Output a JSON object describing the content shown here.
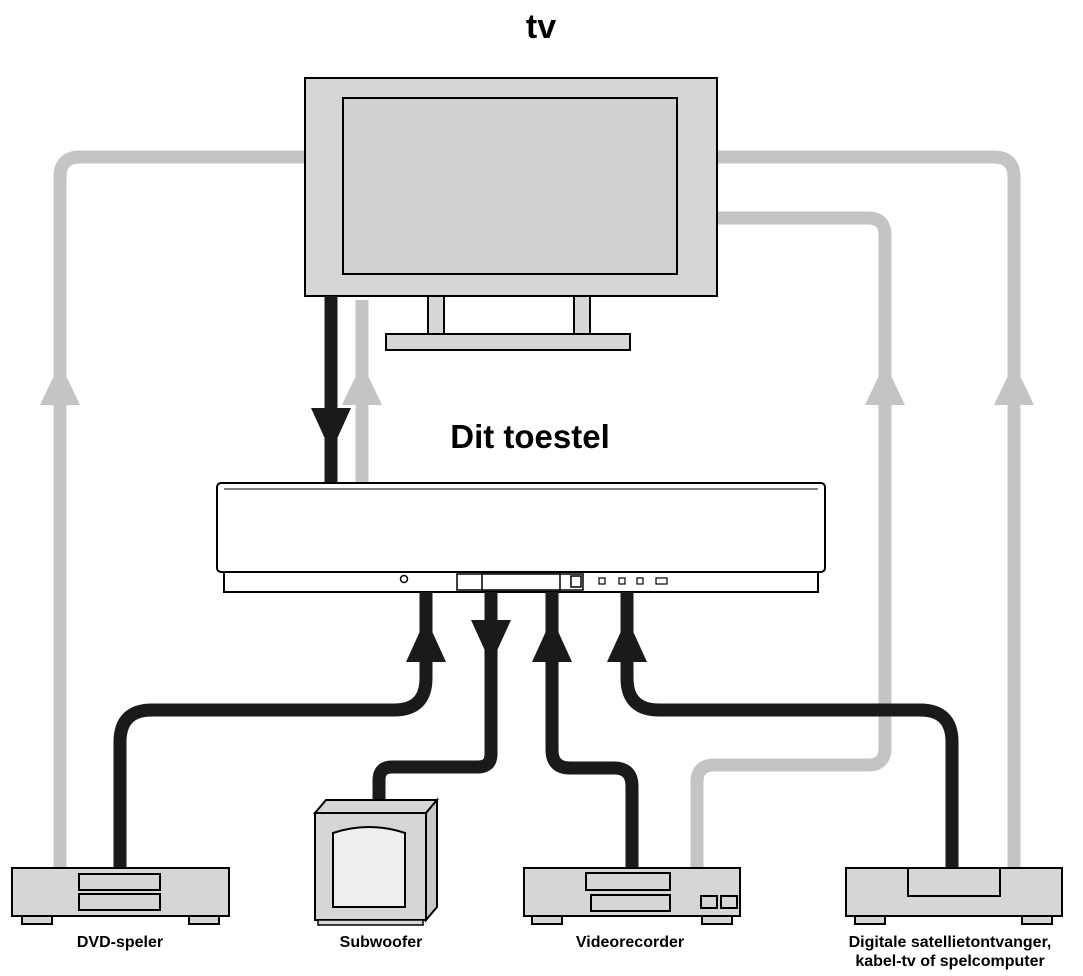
{
  "title": "tv",
  "unit_label": "Dit toestel",
  "colors": {
    "cable_dark": "#1a1a1a",
    "cable_light": "#c4c4c4",
    "device_fill": "#d6d6d6",
    "screen_fill": "#d0d0d0",
    "outline": "#000000"
  },
  "devices": [
    {
      "label": "DVD-speler"
    },
    {
      "label": "Subwoofer"
    },
    {
      "label": "Videorecorder"
    },
    {
      "label_line1": "Digitale satellietontvanger,",
      "label_line2": "kabel-tv of spelcomputer"
    }
  ]
}
